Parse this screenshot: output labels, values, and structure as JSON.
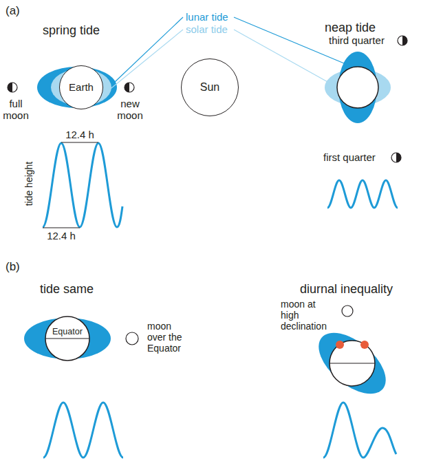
{
  "diagram": {
    "nodes": [
      {
        "text": [
          "Earth"
        ]
      },
      {
        "text": [
          "Sun"
        ]
      },
      {
        "text": [
          "Equator"
        ]
      }
    ],
    "labels": [
      "(a)",
      "spring tide",
      "neap tide",
      "lunar tide",
      "solar tide",
      "third quarter",
      "full moon",
      "new moon",
      "12.4 h",
      "12.4 h",
      "tide height",
      "first quarter",
      "(b)",
      "tide same",
      "diurnal inequality",
      "moon over the Equator",
      "moon at high declination"
    ]
  }
}
